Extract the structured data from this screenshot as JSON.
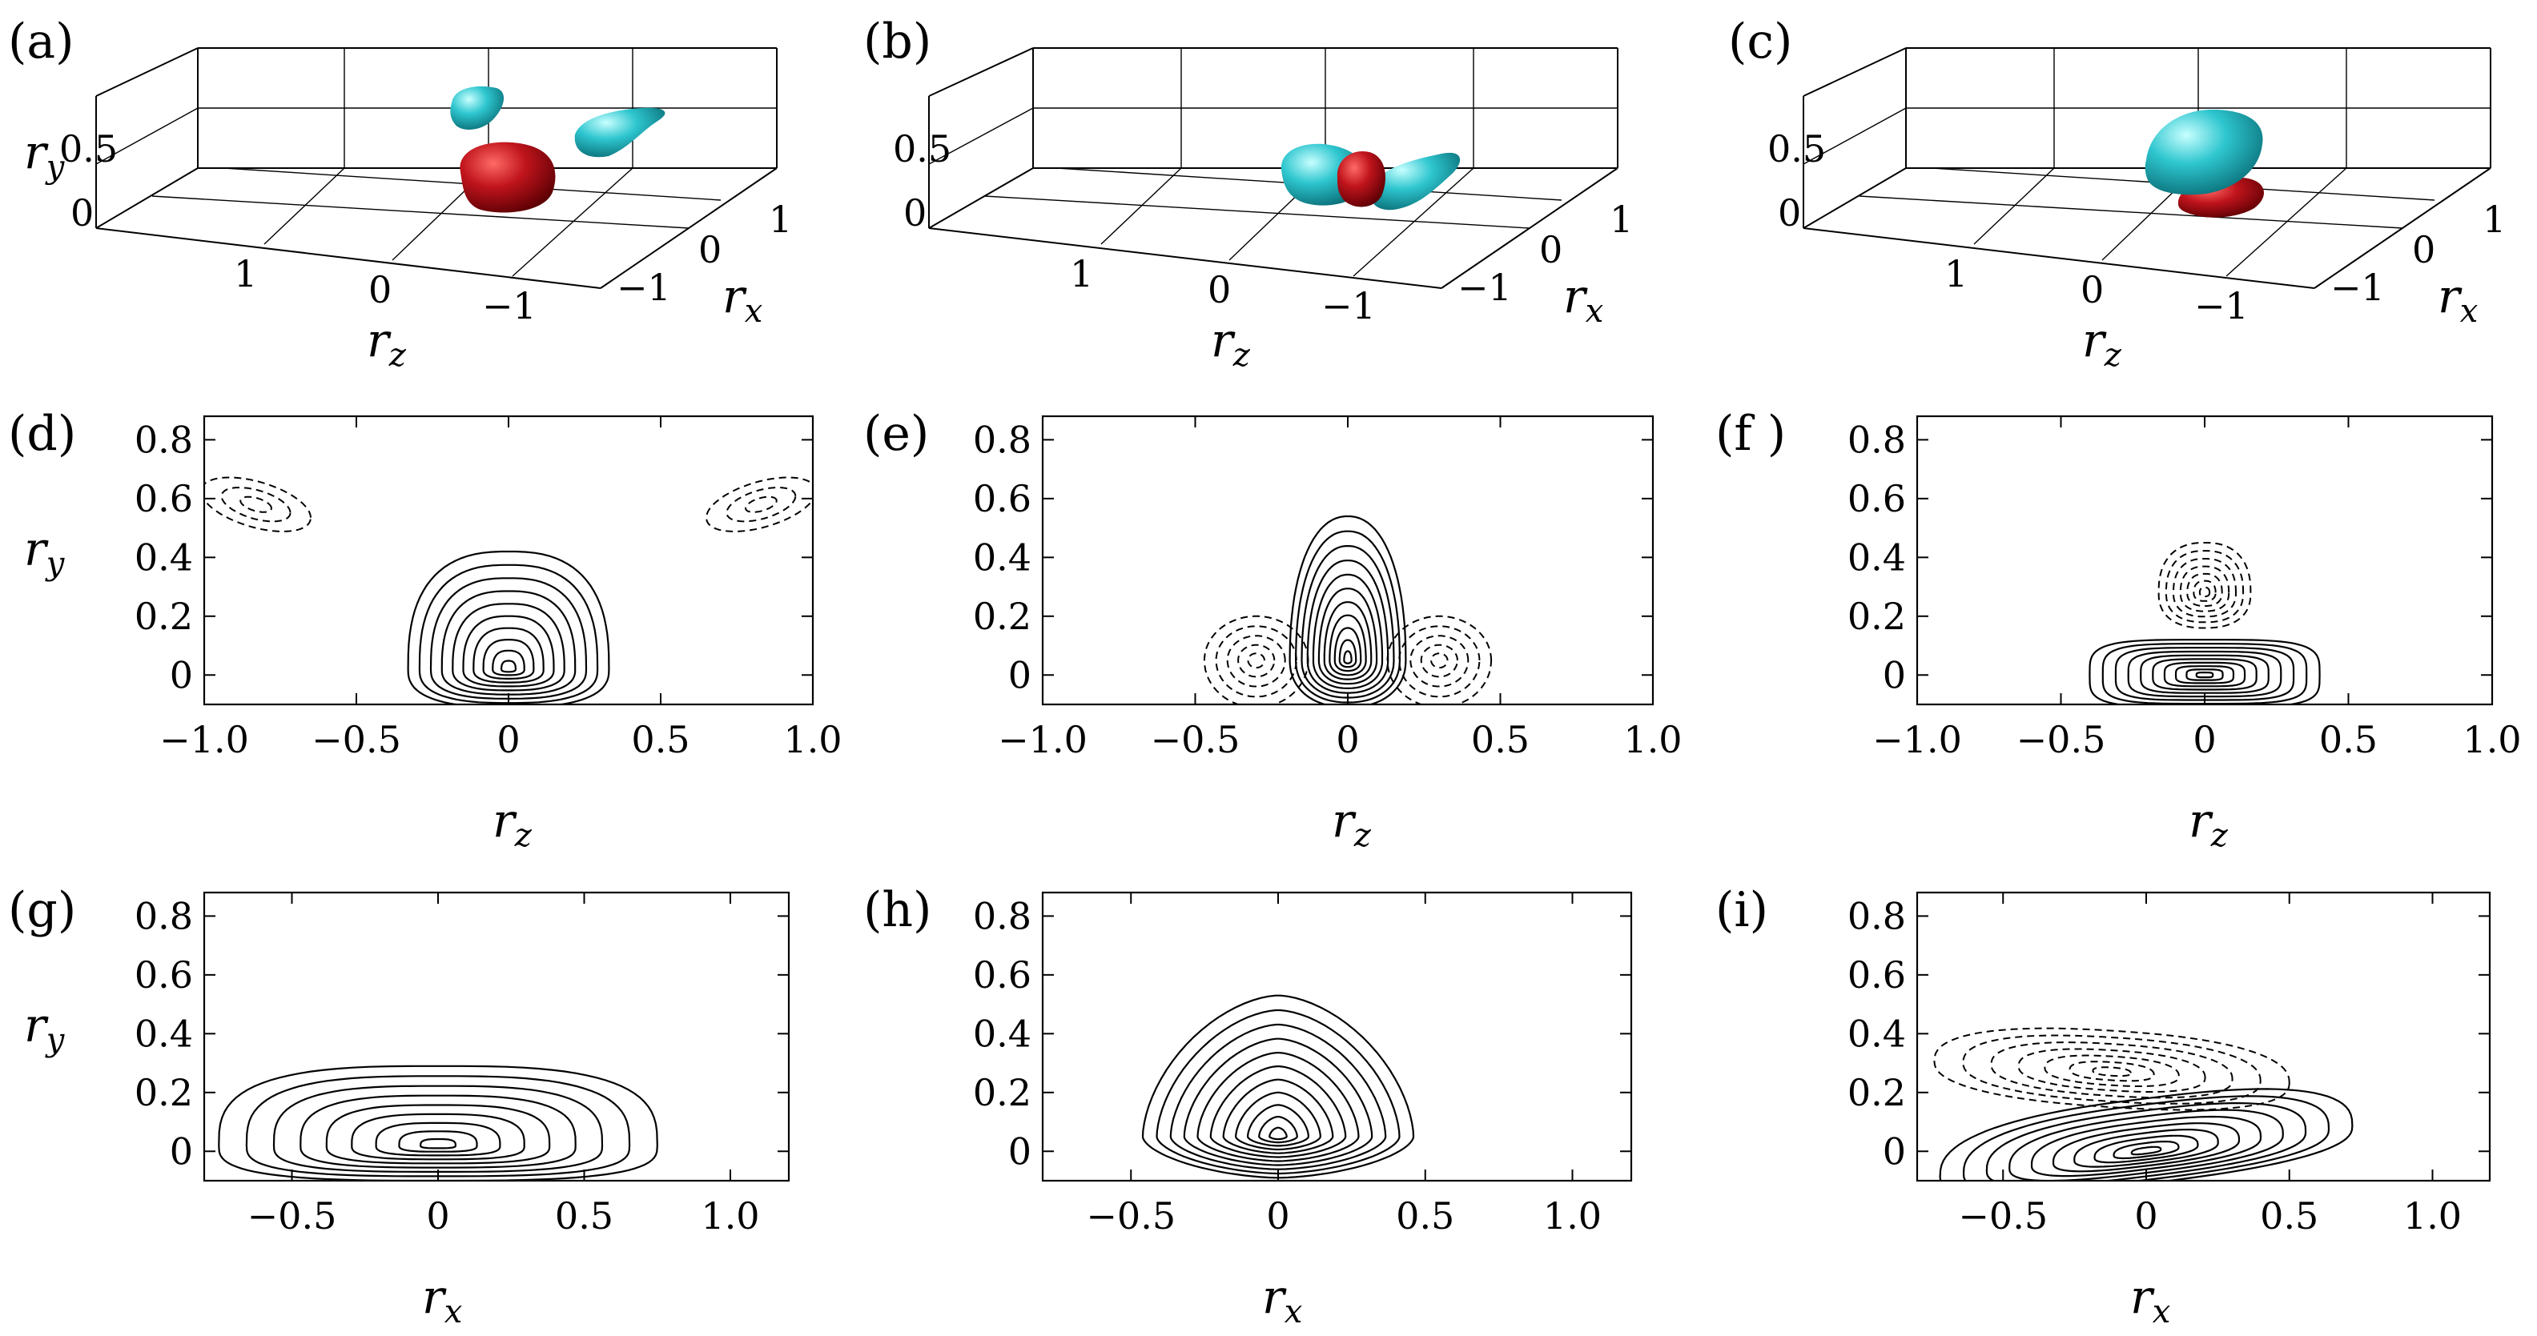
{
  "figure": {
    "panels_3d": [
      {
        "id": "a",
        "label": "(a)"
      },
      {
        "id": "b",
        "label": "(b)"
      },
      {
        "id": "c",
        "label": "(c)"
      }
    ],
    "panels_2d": [
      {
        "id": "d",
        "label": "(d)",
        "plane": "rz"
      },
      {
        "id": "e",
        "label": "(e)",
        "plane": "rz"
      },
      {
        "id": "f",
        "label": "(f )",
        "plane": "rz"
      },
      {
        "id": "g",
        "label": "(g)",
        "plane": "rx"
      },
      {
        "id": "h",
        "label": "(h)",
        "plane": "rx"
      },
      {
        "id": "i",
        "label": "(i)",
        "plane": "rx"
      }
    ],
    "axes": {
      "ry": {
        "symbol": "r",
        "sub": "y",
        "ticks_2d": [
          "0",
          "0.2",
          "0.4",
          "0.6",
          "0.8"
        ],
        "ticks_3d": [
          "0",
          "0.5"
        ]
      },
      "rz": {
        "symbol": "r",
        "sub": "z",
        "ticks_2d": [
          "−1.0",
          "−0.5",
          "0",
          "0.5",
          "1.0"
        ],
        "ticks_3d": [
          "1",
          "0",
          "−1"
        ]
      },
      "rx": {
        "symbol": "r",
        "sub": "x",
        "ticks_2d": [
          "−0.5",
          "0",
          "0.5",
          "1.0"
        ],
        "ticks_3d": [
          "−1",
          "0",
          "1"
        ]
      }
    },
    "colors": {
      "positive_isosurface": "#c0141c",
      "negative_isosurface": "#2ec6cf",
      "contour": "#000000"
    }
  },
  "chart_data": [
    {
      "panel": "d",
      "type": "contour",
      "x_var": "r_z",
      "y_var": "r_y",
      "xlim": [
        -1.0,
        1.0
      ],
      "ylim": [
        -0.1,
        0.88
      ],
      "solid_centers": [
        [
          0,
          0.02
        ]
      ],
      "dashed_centers": [
        [
          -0.85,
          0.58
        ],
        [
          0.85,
          0.58
        ]
      ]
    },
    {
      "panel": "e",
      "type": "contour",
      "x_var": "r_z",
      "y_var": "r_y",
      "xlim": [
        -1.0,
        1.0
      ],
      "ylim": [
        -0.1,
        0.88
      ],
      "solid_centers": [
        [
          0,
          0.05
        ]
      ],
      "dashed_centers": [
        [
          -0.3,
          0.05
        ],
        [
          0.3,
          0.05
        ]
      ]
    },
    {
      "panel": "f",
      "type": "contour",
      "x_var": "r_z",
      "y_var": "r_y",
      "xlim": [
        -1.0,
        1.0
      ],
      "ylim": [
        -0.1,
        0.88
      ],
      "solid_centers": [
        [
          0,
          0.0
        ]
      ],
      "dashed_centers": [
        [
          0,
          0.28
        ]
      ]
    },
    {
      "panel": "g",
      "type": "contour",
      "x_var": "r_x",
      "y_var": "r_y",
      "xlim": [
        -0.8,
        1.2
      ],
      "ylim": [
        -0.1,
        0.88
      ],
      "solid_centers": [
        [
          0,
          0.02
        ]
      ],
      "dashed_centers": []
    },
    {
      "panel": "h",
      "type": "contour",
      "x_var": "r_x",
      "y_var": "r_y",
      "xlim": [
        -0.8,
        1.2
      ],
      "ylim": [
        -0.1,
        0.88
      ],
      "solid_centers": [
        [
          0,
          0.05
        ]
      ],
      "dashed_centers": []
    },
    {
      "panel": "i",
      "type": "contour",
      "x_var": "r_x",
      "y_var": "r_y",
      "xlim": [
        -0.8,
        1.2
      ],
      "ylim": [
        -0.1,
        0.88
      ],
      "solid_centers": [
        [
          0,
          0.0
        ]
      ],
      "dashed_centers": [
        [
          -0.1,
          0.27
        ]
      ]
    }
  ]
}
